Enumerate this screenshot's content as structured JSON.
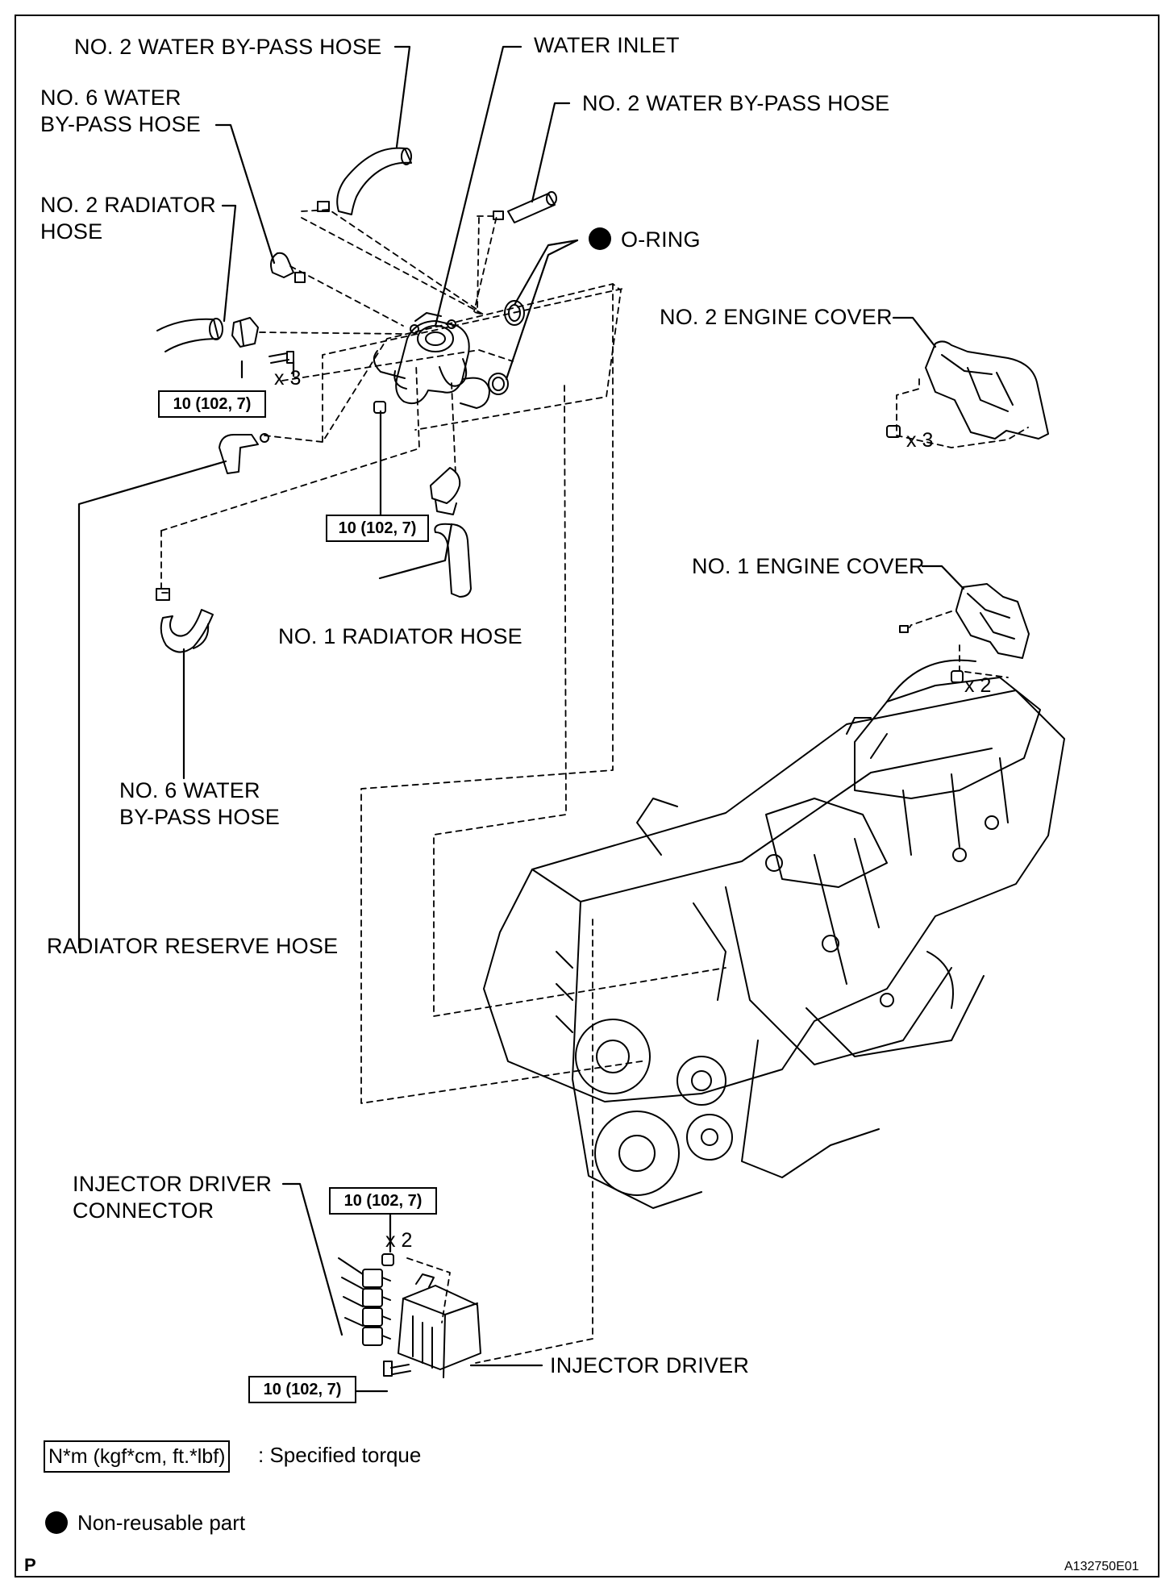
{
  "labels": {
    "no2_water_bypass_hose_top": "NO. 2 WATER BY-PASS HOSE",
    "water_inlet": "WATER INLET",
    "no6_water_bypass_hose_top": "NO. 6 WATER\nBY-PASS HOSE",
    "no2_water_bypass_hose_right": "NO. 2 WATER BY-PASS HOSE",
    "no2_radiator_hose": "NO. 2 RADIATOR\nHOSE",
    "o_ring": "O-RING",
    "no2_engine_cover": "NO. 2 ENGINE COVER",
    "no1_engine_cover": "NO. 1 ENGINE COVER",
    "no1_radiator_hose": "NO. 1 RADIATOR HOSE",
    "no6_water_bypass_hose_bottom": "NO. 6 WATER\nBY-PASS HOSE",
    "radiator_reserve_hose": "RADIATOR RESERVE HOSE",
    "injector_driver_connector": "INJECTOR DRIVER\nCONNECTOR",
    "injector_driver": "INJECTOR DRIVER"
  },
  "torque_values": {
    "water_inlet_bolts": "10 (102, 7)",
    "water_inlet_nut": "10 (102, 7)",
    "injector_driver_nuts": "10 (102, 7)",
    "injector_driver_bolt": "10 (102, 7)"
  },
  "quantities": {
    "water_inlet_bolts": "x 3",
    "engine_cover2_nuts": "x 3",
    "engine_cover1_nuts": "x 2",
    "injector_driver_nuts": "x 2"
  },
  "legend": {
    "torque_unit": "N*m (kgf*cm, ft.*lbf)",
    "torque_desc": ": Specified torque",
    "nonreusable_desc": "Non-reusable part"
  },
  "corner": {
    "page_letter": "P",
    "figure_id": "A132750E01"
  }
}
